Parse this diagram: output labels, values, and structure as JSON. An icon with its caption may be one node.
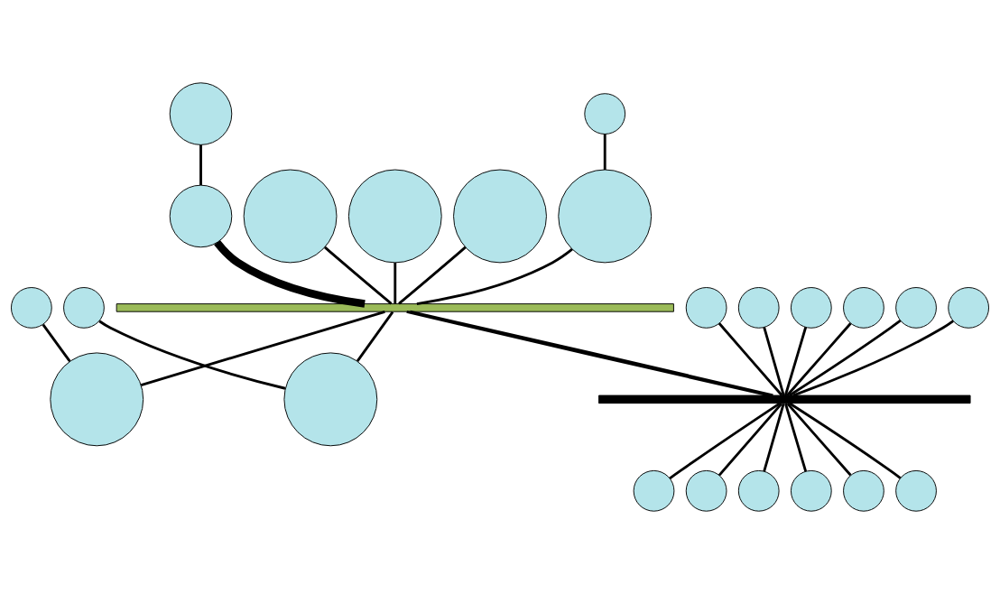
{
  "diagram": {
    "nodes": [
      {
        "text": [],
        "shape": "circle"
      },
      {
        "text": [],
        "shape": "circle"
      },
      {
        "text": [],
        "shape": "circle"
      },
      {
        "text": [],
        "shape": "circle"
      },
      {
        "text": [],
        "shape": "circle"
      },
      {
        "text": [],
        "shape": "circle"
      },
      {
        "text": [],
        "shape": "circle"
      },
      {
        "text": [],
        "shape": "bar"
      },
      {
        "text": [],
        "shape": "circle"
      },
      {
        "text": [],
        "shape": "circle"
      },
      {
        "text": [],
        "shape": "circle"
      },
      {
        "text": [],
        "shape": "circle"
      },
      {
        "text": [],
        "shape": "circle"
      },
      {
        "text": [],
        "shape": "circle"
      },
      {
        "text": [],
        "shape": "circle"
      },
      {
        "text": [],
        "shape": "circle"
      },
      {
        "text": [],
        "shape": "circle"
      },
      {
        "text": [],
        "shape": "circle"
      },
      {
        "text": [],
        "shape": "bar"
      },
      {
        "text": [],
        "shape": "circle"
      },
      {
        "text": [],
        "shape": "circle"
      },
      {
        "text": [],
        "shape": "circle"
      },
      {
        "text": [],
        "shape": "circle"
      },
      {
        "text": [],
        "shape": "circle"
      },
      {
        "text": [],
        "shape": "circle"
      }
    ],
    "edges": [
      {
        "from": 0,
        "to": 1,
        "arrow": "none"
      },
      {
        "from": 1,
        "to": 7,
        "arrow": "none",
        "style": "thick"
      },
      {
        "from": 2,
        "to": 7,
        "arrow": "none"
      },
      {
        "from": 3,
        "to": 7,
        "arrow": "none"
      },
      {
        "from": 4,
        "to": 7,
        "arrow": "none"
      },
      {
        "from": 6,
        "to": 5,
        "arrow": "none"
      },
      {
        "from": 5,
        "to": 7,
        "arrow": "none"
      },
      {
        "from": 7,
        "to": 18,
        "arrow": "none"
      },
      {
        "from": 7,
        "to": 18,
        "arrow": "none"
      },
      {
        "from": 7,
        "to": 10,
        "arrow": "none"
      },
      {
        "from": 7,
        "to": 11,
        "arrow": "none"
      },
      {
        "from": 8,
        "to": 10,
        "arrow": "none"
      },
      {
        "from": 9,
        "to": 11,
        "arrow": "none"
      },
      {
        "from": 12,
        "to": 18,
        "arrow": "none"
      },
      {
        "from": 13,
        "to": 18,
        "arrow": "none"
      },
      {
        "from": 14,
        "to": 18,
        "arrow": "none"
      },
      {
        "from": 15,
        "to": 18,
        "arrow": "none"
      },
      {
        "from": 16,
        "to": 18,
        "arrow": "none"
      },
      {
        "from": 17,
        "to": 18,
        "arrow": "none"
      },
      {
        "from": 18,
        "to": 19,
        "arrow": "none"
      },
      {
        "from": 18,
        "to": 20,
        "arrow": "none"
      },
      {
        "from": 18,
        "to": 21,
        "arrow": "none"
      },
      {
        "from": 18,
        "to": 22,
        "arrow": "none"
      },
      {
        "from": 18,
        "to": 23,
        "arrow": "none"
      },
      {
        "from": 18,
        "to": 24,
        "arrow": "none"
      }
    ]
  }
}
